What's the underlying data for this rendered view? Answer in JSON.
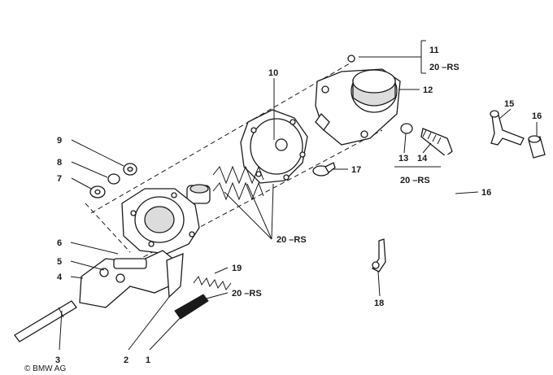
{
  "diagram": {
    "copyright": "© BMW AG",
    "callouts": {
      "c1": "1",
      "c2": "2",
      "c3": "3",
      "c4": "4",
      "c5": "5",
      "c6": "6",
      "c7": "7",
      "c8": "8",
      "c9": "9",
      "c10": "10",
      "c11": "11",
      "c12": "12",
      "c13": "13",
      "c14": "14",
      "c15": "15",
      "c16a": "16",
      "c16b": "16",
      "c17": "17",
      "c18": "18",
      "c19": "19",
      "rs_top": "20 –RS",
      "rs_mid": "20 –RS",
      "rs_center": "20 –RS",
      "rs_low": "20 –RS"
    }
  }
}
